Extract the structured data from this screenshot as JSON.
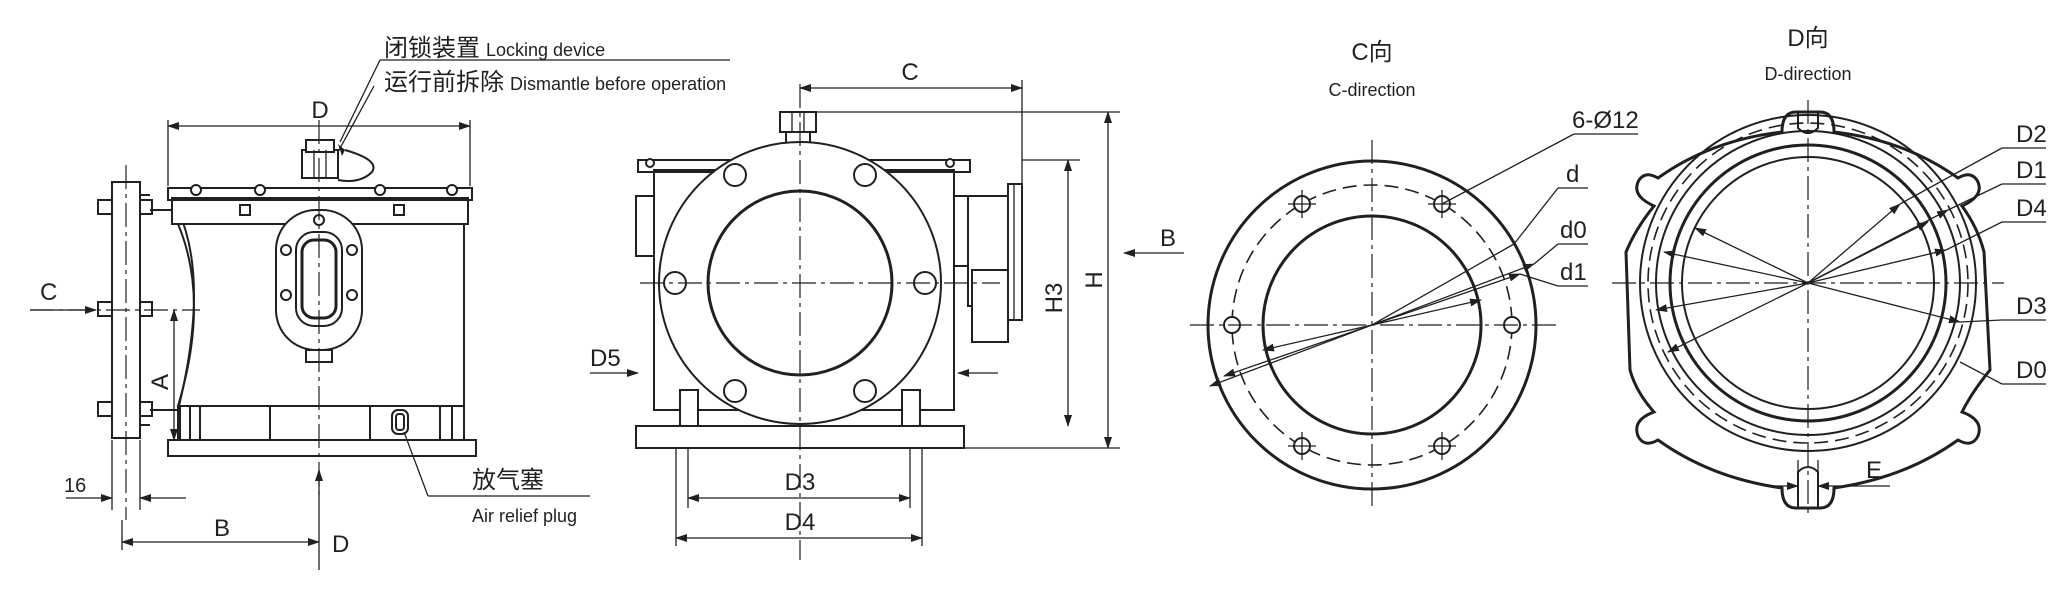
{
  "labels": {
    "locking_cn": "闭锁装置",
    "locking_en": "Locking device",
    "dismantle_cn": "运行前拆除",
    "dismantle_en": "Dismantle before operation",
    "air_relief_cn": "放气塞",
    "air_relief_en": "Air relief plug"
  },
  "side_view": {
    "dim_D_top": "D",
    "dim_C": "C",
    "dim_A": "A",
    "dim_16": "16",
    "dim_B": "B",
    "dim_D_bottom": "D"
  },
  "front_view": {
    "dim_C": "C",
    "dim_B": "B",
    "dim_H3": "H3",
    "dim_H": "H",
    "dim_D5": "D5",
    "dim_D3": "D3",
    "dim_D4": "D4"
  },
  "c_view": {
    "title_cn": "C向",
    "title_en": "C-direction",
    "dim_holes": "6-Ø12",
    "dim_d": "d",
    "dim_d0": "d0",
    "dim_d1": "d1"
  },
  "d_view": {
    "title_cn": "D向",
    "title_en": "D-direction",
    "dim_D2": "D2",
    "dim_D1": "D1",
    "dim_D4": "D4",
    "dim_D3": "D3",
    "dim_D0": "D0",
    "dim_E": "E"
  }
}
